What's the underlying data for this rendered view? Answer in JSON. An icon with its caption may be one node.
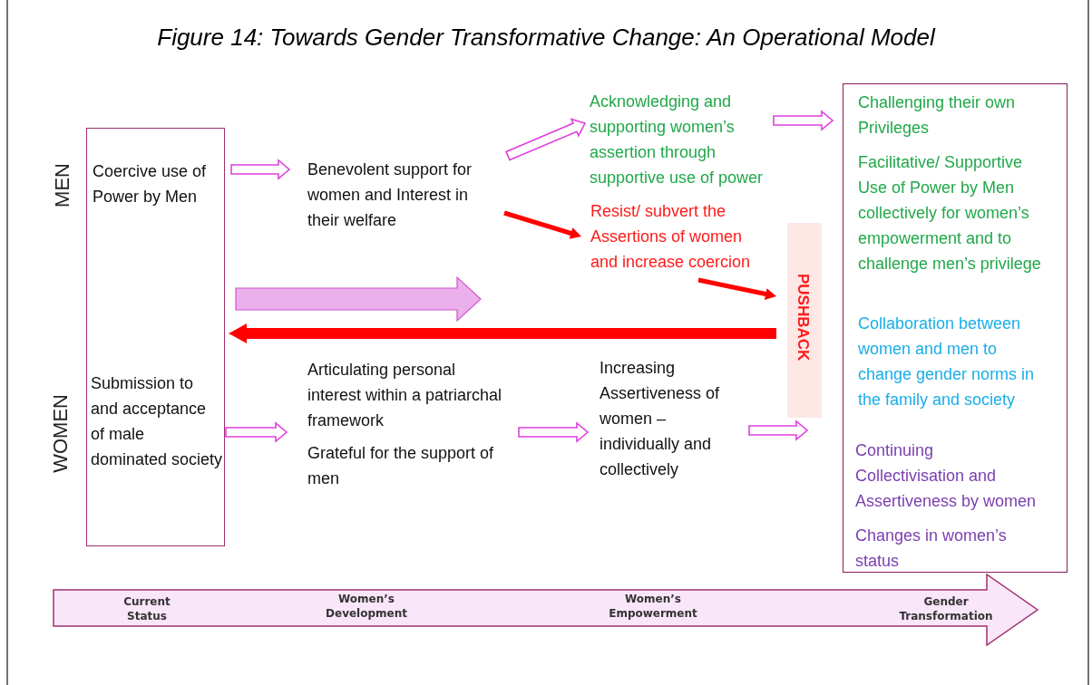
{
  "diagram": {
    "title": "Figure 14: Towards Gender Transformative Change: An Operational Model",
    "nodes": [
      {
        "text": [],
        "shape": "box"
      },
      {
        "text": [
          "Coercive use of Power by Men"
        ],
        "in": 0
      },
      {
        "text": [
          "Submission to and acceptance of male dominated society"
        ],
        "in": 0
      },
      {
        "text": [
          "Benevolent support for women and Interest in their welfare"
        ]
      },
      {
        "text": [
          "Acknowledging and supporting women’s assertion through supportive use of power"
        ]
      },
      {
        "text": [
          "Resist/ subvert the Assertions of women and increase coercion"
        ]
      },
      {
        "text": [
          "PUSHBACK"
        ]
      },
      {
        "text": [],
        "shape": "box"
      },
      {
        "text": [
          "Challenging their own Privileges"
        ],
        "in": 7
      },
      {
        "text": [
          "Facilitative/ Supportive Use of Power by Men collectively for women’s empowerment and to challenge men’s privilege"
        ],
        "in": 7
      },
      {
        "text": [
          "Collaboration between women and men to change gender norms in the family and society"
        ],
        "in": 7
      },
      {
        "text": [
          "Continuing Collectivisation and Assertiveness by women"
        ],
        "in": 7
      },
      {
        "text": [
          "Changes in women’s status"
        ],
        "in": 7
      },
      {
        "text": [
          "Articulating personal interest within a patriarchal framework",
          "Grateful for the support of men"
        ]
      },
      {
        "text": [
          "Increasing Assertiveness of women – individually and collectively"
        ]
      },
      {
        "text": [
          "Current Status",
          "Women’s Development",
          "Women’s Empowerment",
          "Gender Transformation"
        ]
      }
    ],
    "edges": [
      {
        "from": 1,
        "to": 3,
        "arrow": "to"
      },
      {
        "from": 3,
        "to": 4,
        "arrow": "to"
      },
      {
        "from": 3,
        "to": 5,
        "arrow": "to",
        "color": "#ff0000"
      },
      {
        "from": 4,
        "to": 8,
        "arrow": "to"
      },
      {
        "from": 5,
        "to": 6,
        "arrow": "to",
        "color": "#ff0000"
      },
      {
        "from": 0,
        "to": null,
        "arrow": "to",
        "style": "thick",
        "color": "#ebb0eb"
      },
      {
        "from": 6,
        "to": 0,
        "arrow": "to",
        "style": "thick",
        "color": "#ff0000"
      },
      {
        "from": 2,
        "to": 13,
        "arrow": "to"
      },
      {
        "from": 13,
        "to": 14,
        "arrow": "to"
      },
      {
        "from": 14,
        "to": 7,
        "arrow": "to"
      }
    ],
    "labels": [
      "MEN",
      "WOMEN"
    ]
  }
}
